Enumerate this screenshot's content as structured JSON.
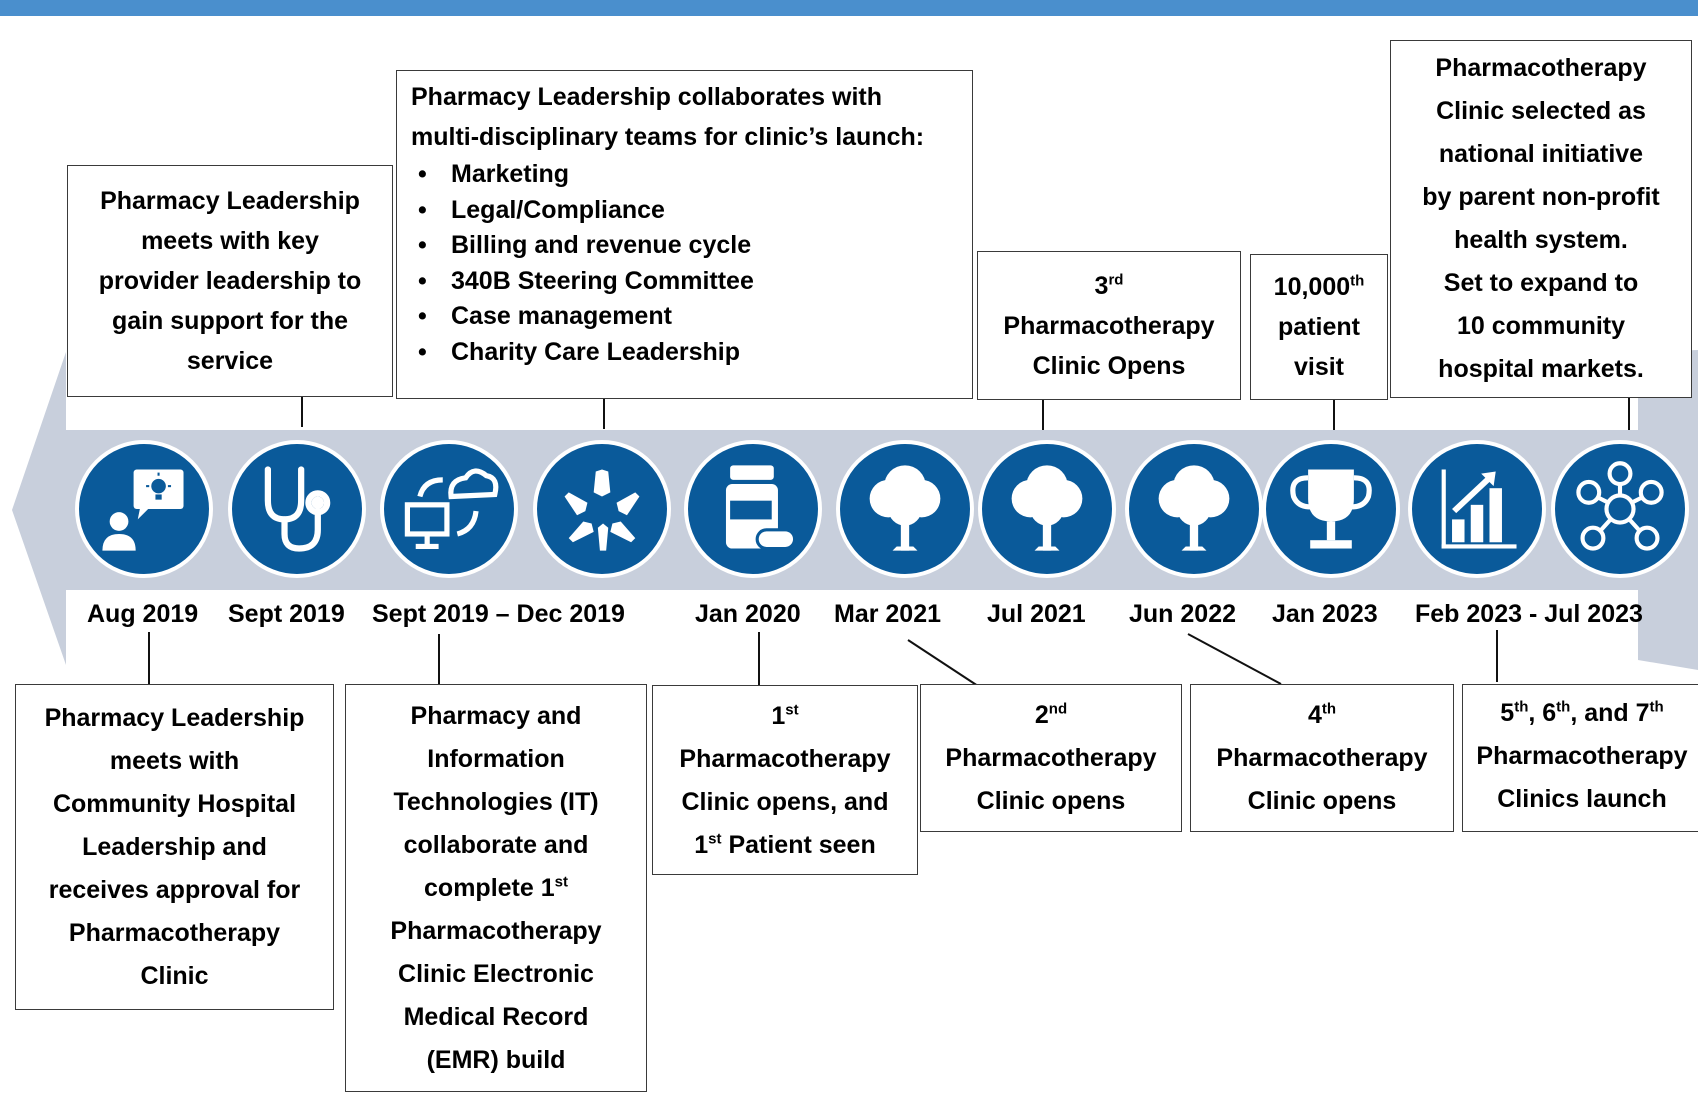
{
  "colors": {
    "topbar": "#4a8fcd",
    "arrow": "#c8cfdc",
    "circle": "#0a5a9a"
  },
  "top_boxes": [
    {
      "lines": [
        "Pharmacy Leadership",
        "meets with key",
        "provider leadership to",
        "gain support for the",
        "service"
      ]
    },
    {
      "intro": [
        "Pharmacy Leadership collaborates with",
        "multi-disciplinary teams for clinic’s launch:"
      ],
      "bullets": [
        "Marketing",
        "Legal/Compliance",
        "Billing and revenue cycle",
        "340B Steering Committee",
        "Case management",
        "Charity Care Leadership"
      ]
    },
    {
      "sup": "rd",
      "l1": "3",
      "lines": [
        "Pharmacotherapy",
        "Clinic Opens"
      ]
    },
    {
      "sup": "th",
      "l1": "10,000",
      "lines": [
        "patient",
        "visit"
      ]
    },
    {
      "lines": [
        "Pharmacotherapy",
        "Clinic selected as",
        "national initiative",
        "by parent non-profit",
        "health system.",
        "Set to expand to",
        "10 community",
        "hospital markets."
      ]
    }
  ],
  "dates": [
    "Aug 2019",
    "Sept 2019",
    "Sept 2019 – Dec 2019",
    "Jan 2020",
    "Mar 2021",
    "Jul 2021",
    "Jun 2022",
    "Jan 2023",
    "Feb 2023 - Jul 2023"
  ],
  "icons": [
    "presentation-idea-icon",
    "stethoscope-icon",
    "cloud-computer-sync-icon",
    "collaboration-hands-icon",
    "medicine-bottle-icon",
    "tree-icon",
    "tree-icon",
    "tree-icon",
    "trophy-icon",
    "growth-chart-icon",
    "network-people-icon"
  ],
  "bottom_boxes": [
    {
      "lines": [
        "Pharmacy Leadership",
        "meets with",
        "Community Hospital",
        "Leadership and",
        "receives approval for",
        "Pharmacotherapy",
        "Clinic"
      ]
    },
    {
      "lines": [
        "Pharmacy and",
        "Information",
        "Technologies (IT)",
        "collaborate and"
      ],
      "sup_line": {
        "pre": "complete 1",
        "sup": "st"
      },
      "lines2": [
        "Pharmacotherapy",
        "Clinic Electronic",
        "Medical Record",
        "(EMR) build"
      ]
    },
    {
      "l1": "1",
      "sup": "st",
      "lines": [
        "Pharmacotherapy",
        "Clinic opens, and"
      ],
      "last": {
        "pre": "1",
        "sup": "st",
        "post": " Patient seen"
      }
    },
    {
      "l1": "2",
      "sup": "nd",
      "lines": [
        "Pharmacotherapy",
        "Clinic opens"
      ]
    },
    {
      "l1": "4",
      "sup": "th",
      "lines": [
        "Pharmacotherapy",
        "Clinic opens"
      ]
    },
    {
      "first": {
        "a": "5",
        "sa": "th",
        "b": ", 6",
        "sb": "th",
        "c": ", and 7",
        "sc": "th"
      },
      "lines": [
        "Pharmacotherapy",
        "Clinics launch"
      ]
    }
  ]
}
